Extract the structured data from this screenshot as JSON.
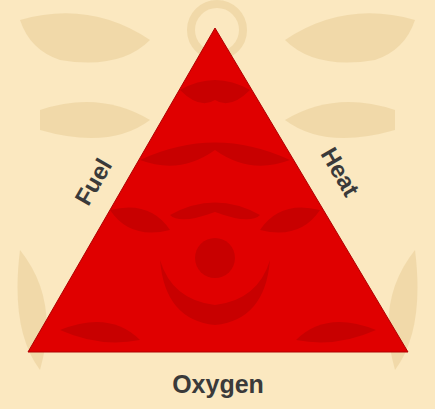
{
  "diagram": {
    "labels": [
      "Fuel",
      "Heat",
      "Oxygen"
    ]
  }
}
